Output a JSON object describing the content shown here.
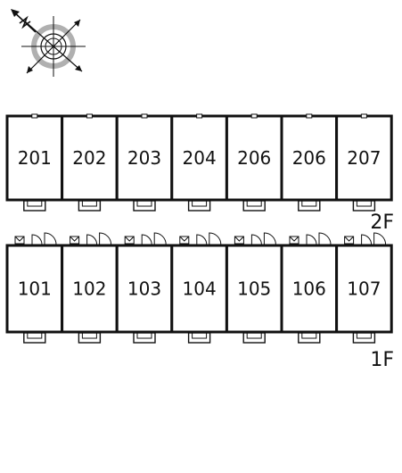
{
  "floors": [
    {
      "label": "2F",
      "units": [
        "201",
        "202",
        "203",
        "204",
        "206",
        "206",
        "207"
      ]
    },
    {
      "label": "1F",
      "units": [
        "101",
        "102",
        "103",
        "104",
        "105",
        "106",
        "107"
      ]
    }
  ],
  "compass": {
    "icon": "compass-icon",
    "north_mark": "north-arrow-icon"
  },
  "colors": {
    "line": "#111111",
    "compass_ring": "#b0b0b0",
    "background": "#ffffff"
  }
}
